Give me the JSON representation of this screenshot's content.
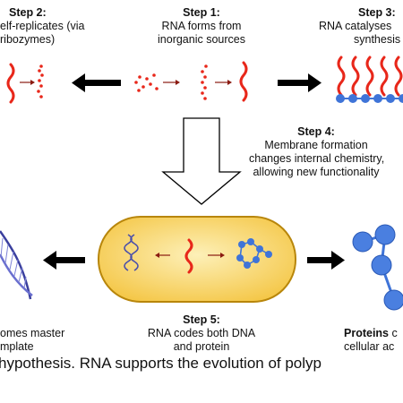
{
  "step2": {
    "heading": "Step 2:",
    "line1": "elf-replicates (via",
    "line2": "ribozymes)"
  },
  "step1": {
    "heading": "Step 1:",
    "line1": "RNA forms from",
    "line2": "inorganic sources"
  },
  "step3": {
    "heading": "Step 3:",
    "line1": "RNA catalyses",
    "line2": "synthesis"
  },
  "step4": {
    "heading": "Step 4:",
    "line1": "Membrane formation",
    "line2": "changes internal chemistry,",
    "line3": "allowing new functionality"
  },
  "step5": {
    "heading": "Step 5:",
    "line1": "RNA codes both DNA",
    "line2": "and protein"
  },
  "dna_label": {
    "line1": "omes master",
    "line2": "mplate"
  },
  "proteins_label": {
    "bold": "Proteins",
    "rest": " c",
    "line2": "cellular ac"
  },
  "caption": "hypothesis. RNA supports the evolution of polyp",
  "colors": {
    "rna": "#e8271a",
    "protein": "#3f74d8",
    "dna": "#3a3f9e",
    "cell_fill": "#f7c84a",
    "cell_stroke": "#b8860b"
  }
}
